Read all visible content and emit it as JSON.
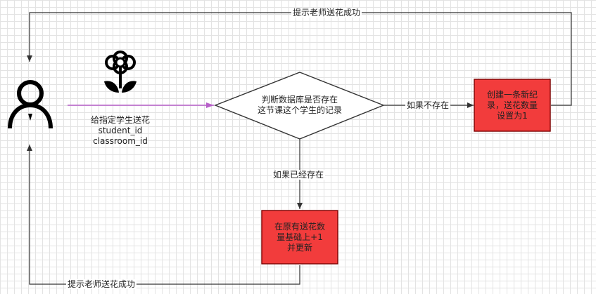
{
  "diagram": {
    "decision": {
      "line1": "判断数据库是否存在",
      "line2": "这节课这个学生的记录"
    },
    "create_box": {
      "line1": "创建一条新纪",
      "line2": "录，送花数量",
      "line3": "设置为1"
    },
    "update_box": {
      "line1": "在原有送花数",
      "line2": "量基础上+1",
      "line3": "并更新"
    },
    "flower_caption": {
      "line1": "给指定学生送花",
      "line2": "student_id",
      "line3": "classroom_id"
    },
    "edge_labels": {
      "not_exists": "如果不存在",
      "exists": "如果已经存在",
      "notify_top": "提示老师送花成功",
      "notify_bottom": "提示老师送花成功"
    },
    "icons": {
      "user": "user-icon",
      "flower": "flower-icon"
    },
    "colors": {
      "box_fill": "#f23c3c",
      "box_stroke": "#7a0000",
      "arrow_purple": "#b760c9",
      "line": "#333333"
    }
  }
}
